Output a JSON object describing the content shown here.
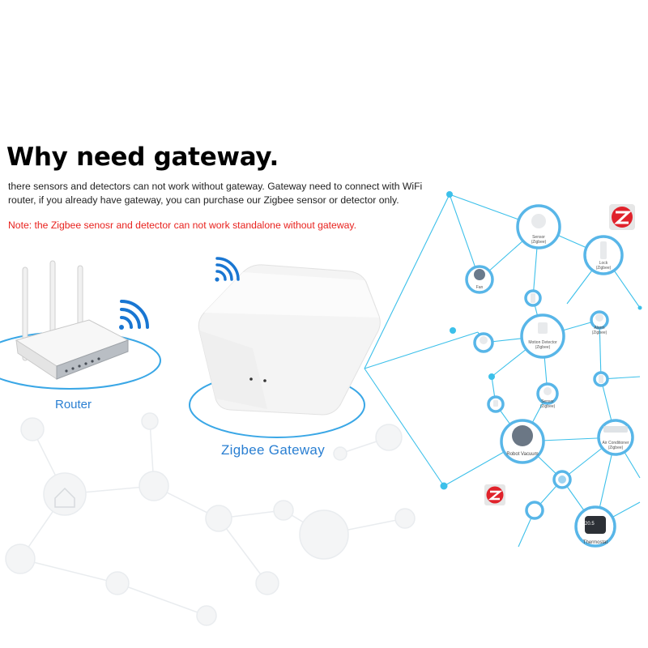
{
  "header": {
    "title": "Why need gateway.",
    "description": "there sensors and detectors can not work without gateway. Gateway need to connect with WiFi router, if you already have gateway, you can purchase our Zigbee sensor or detector only.",
    "note": "Note: the Zigbee senosr and detector can not work standalone without gateway."
  },
  "devices": {
    "router_label": "Router",
    "gateway_label": "Zigbee Gateway"
  },
  "network_nodes": {
    "sensor": "Sensor\n(Zigbee)",
    "lock": "Lock\n(Zigbee)",
    "fan": "Fan",
    "motion": "Motion Detector\n(Zigbee)",
    "alarm": "Alarm\n(Zigbee)",
    "sensor2": "Sensor\n(Zigbee)",
    "robot": "Robot Vacuum",
    "aircon": "Air Conditioner\n(Zigbee)",
    "thermostat": "Thermostat",
    "thermostat_value": "20.5"
  },
  "colors": {
    "accent_blue": "#2a7fd2",
    "line_blue": "#3cc0ea",
    "node_ring": "#58b6e8",
    "note_red": "#e8211d",
    "zigbee_red": "#e0222b"
  },
  "icons": [
    "wifi-icon",
    "zigbee-logo-icon",
    "router-icon",
    "gateway-icon"
  ]
}
